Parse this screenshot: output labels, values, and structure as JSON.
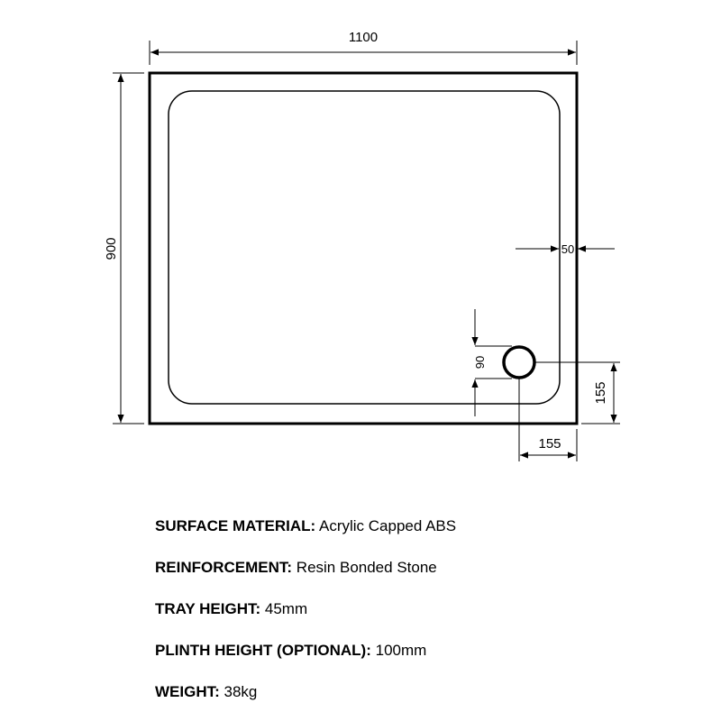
{
  "dimensions": {
    "width": "1100",
    "height": "900",
    "edge_offset": "50",
    "waste_vertical": "90",
    "waste_from_bottom": "155",
    "waste_from_right": "155"
  },
  "specs": [
    {
      "label": "SURFACE MATERIAL:",
      "value": "Acrylic Capped ABS"
    },
    {
      "label": "REINFORCEMENT:",
      "value": "Resin Bonded Stone"
    },
    {
      "label": "TRAY HEIGHT:",
      "value": "45mm"
    },
    {
      "label": "PLINTH HEIGHT (OPTIONAL):",
      "value": "100mm"
    },
    {
      "label": "WEIGHT:",
      "value": "38kg"
    }
  ]
}
